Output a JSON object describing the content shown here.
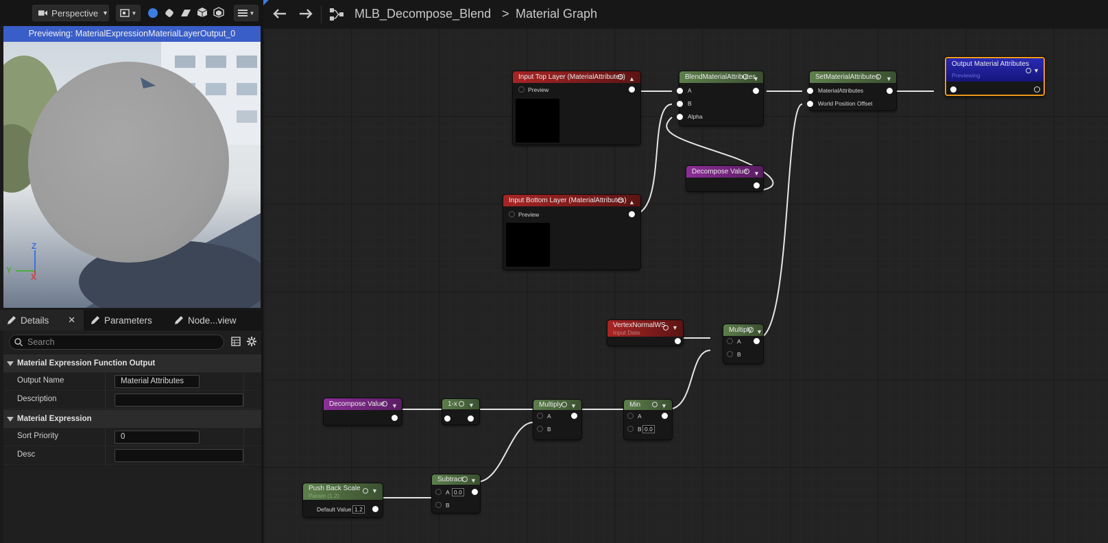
{
  "viewport": {
    "perspective_label": "Perspective",
    "banner": "Previewing: MaterialExpressionMaterialLayerOutput_0",
    "axis_z": "Z",
    "axis_y": "Y",
    "axis_x": "X"
  },
  "tabs": [
    {
      "label": "Details"
    },
    {
      "label": "Parameters"
    },
    {
      "label": "Node...view"
    }
  ],
  "details": {
    "search_placeholder": "Search",
    "categories": [
      "Material Expression Function Output",
      "Material Expression"
    ],
    "rows": [
      {
        "label": "Output Name",
        "value": "Material Attributes"
      },
      {
        "label": "Description",
        "value": ""
      },
      {
        "label": "Sort Priority",
        "value": "0"
      },
      {
        "label": "Desc",
        "value": ""
      }
    ]
  },
  "breadcrumb": {
    "asset": "MLB_Decompose_Blend",
    "graph": "Material Graph",
    "separator": ">"
  },
  "nodes": {
    "input_top": {
      "title": "Input Top Layer (MaterialAttributes)",
      "pin": "Preview"
    },
    "input_bottom": {
      "title": "Input Bottom Layer (MaterialAttributes)",
      "pin": "Preview"
    },
    "blend": {
      "title": "BlendMaterialAttributes",
      "pins": [
        "A",
        "B",
        "Alpha"
      ]
    },
    "set_attr": {
      "title": "SetMaterialAttributes",
      "pins": [
        "MaterialAttributes",
        "World Position Offset"
      ]
    },
    "output": {
      "title": "Output Material Attributes",
      "sub": "Previewing"
    },
    "decompose_top": {
      "title": "Decompose Value"
    },
    "vertex_normal": {
      "title": "VertexNormalWS",
      "sub": "Input Data"
    },
    "multiply_top": {
      "title": "Multiply",
      "pins": [
        "A",
        "B"
      ]
    },
    "decompose_bottom": {
      "title": "Decompose Value"
    },
    "one_minus": {
      "title": "1-x"
    },
    "multiply_bottom": {
      "title": "Multiply",
      "pins": [
        "A",
        "B"
      ]
    },
    "min": {
      "title": "Min",
      "pins": [
        "A",
        "B"
      ],
      "b_value": "0.0"
    },
    "push_back": {
      "title": "Push Back Scale",
      "sub": "Param (1.2)",
      "pin": "Default Value",
      "value": "1.2"
    },
    "subtract": {
      "title": "Subtract",
      "pins": [
        "A",
        "B"
      ],
      "a_value": "0.0"
    }
  },
  "colors": {
    "accent_blue": "#3a5ec8",
    "node_red": "#8b1c1c",
    "node_green": "#4b6b3e",
    "node_purple": "#7b2a86",
    "node_output": "#1c1c8c",
    "selection": "#f09a1c"
  }
}
